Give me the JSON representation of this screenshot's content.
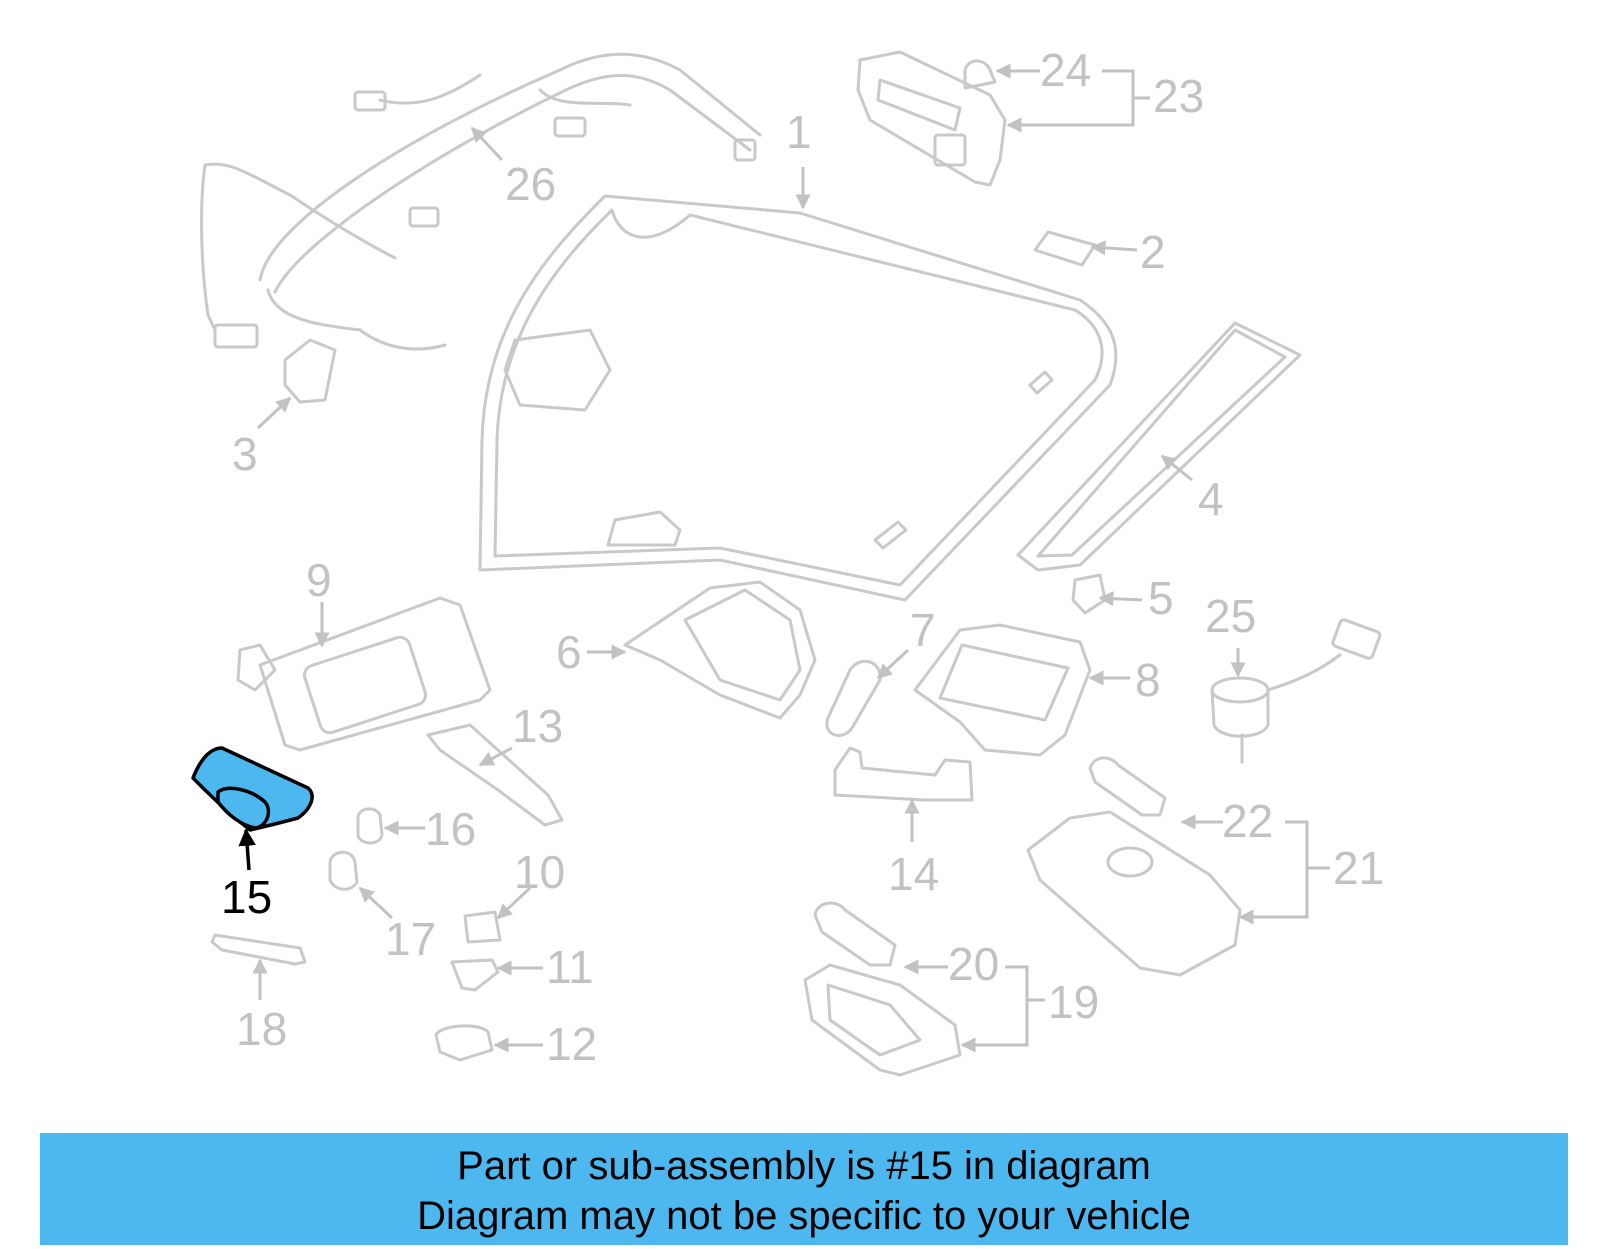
{
  "highlight": {
    "part_number": "15",
    "color": "#4db8f0"
  },
  "callouts": [
    "1",
    "2",
    "3",
    "4",
    "5",
    "6",
    "7",
    "8",
    "9",
    "10",
    "11",
    "12",
    "13",
    "14",
    "15",
    "16",
    "17",
    "18",
    "19",
    "20",
    "21",
    "22",
    "23",
    "24",
    "25",
    "26"
  ],
  "banner": {
    "line1": "Part or sub-assembly is #15 in diagram",
    "line2": "Diagram may not be specific to your vehicle"
  }
}
